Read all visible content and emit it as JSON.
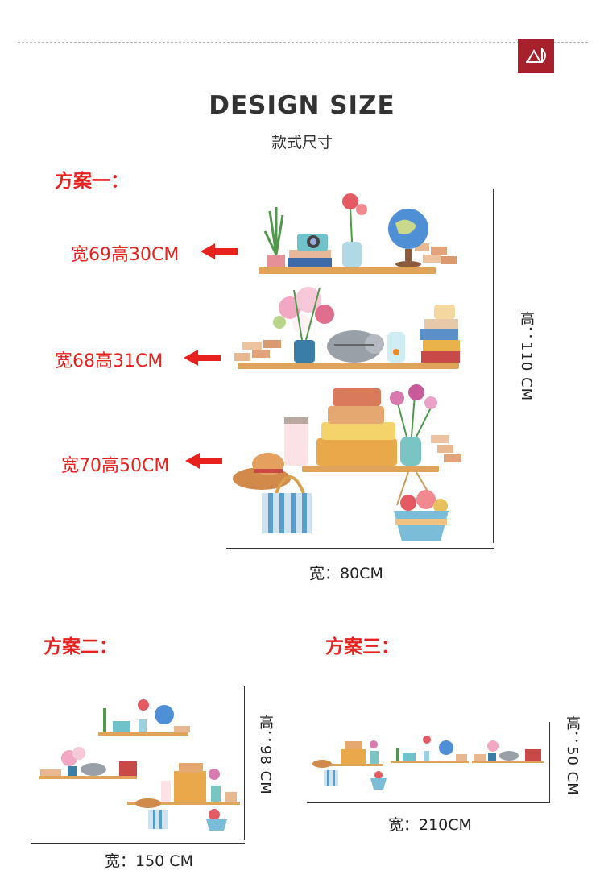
{
  "header": {
    "title": "DESIGN SIZE",
    "subtitle": "款式尺寸"
  },
  "plan1": {
    "label": "方案一：",
    "sizes": [
      "宽69高30CM",
      "宽68高31CM",
      "宽70高50CM"
    ],
    "height": "高：110 CM",
    "width": "宽：80CM"
  },
  "plan2": {
    "label": "方案二：",
    "height": "高：98 CM",
    "width": "宽：150 CM"
  },
  "plan3": {
    "label": "方案三：",
    "height": "高：50 CM",
    "width": "宽：210CM"
  },
  "colors": {
    "accent": "#e8201e",
    "logo": "#a8202b",
    "shelf": "#e0a35a"
  }
}
